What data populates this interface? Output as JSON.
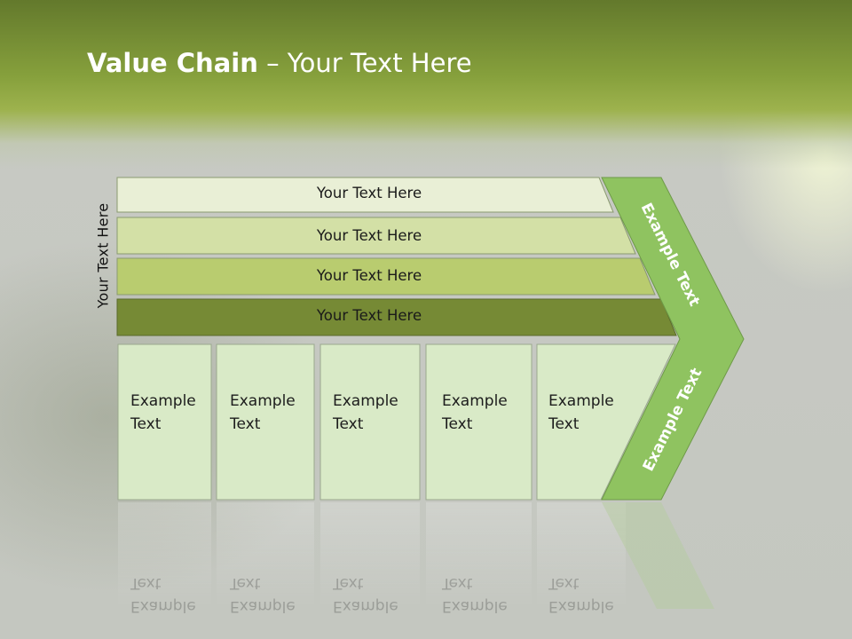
{
  "title": {
    "bold": "Value Chain",
    "rest": " – Your Text Here"
  },
  "vertical_label": "Your Text Here",
  "bars": [
    {
      "label": "Your Text Here"
    },
    {
      "label": "Your Text Here"
    },
    {
      "label": "Your Text Here"
    },
    {
      "label": "Your Text Here"
    }
  ],
  "columns": [
    {
      "line1": "Example",
      "line2": "Text"
    },
    {
      "line1": "Example",
      "line2": "Text"
    },
    {
      "line1": "Example",
      "line2": "Text"
    },
    {
      "line1": "Example",
      "line2": "Text"
    },
    {
      "line1": "Example",
      "line2": "Text"
    }
  ],
  "chevron": {
    "upper": "Example Text",
    "lower": "Example Text"
  },
  "colors": {
    "title_band": "#86a03c",
    "bar1": "#e9efd6",
    "bar2": "#d3e0a6",
    "bar3": "#b9cc6f",
    "bar4": "#768a35",
    "column_fill": "#d9eac7",
    "chevron": "#8fc360"
  }
}
